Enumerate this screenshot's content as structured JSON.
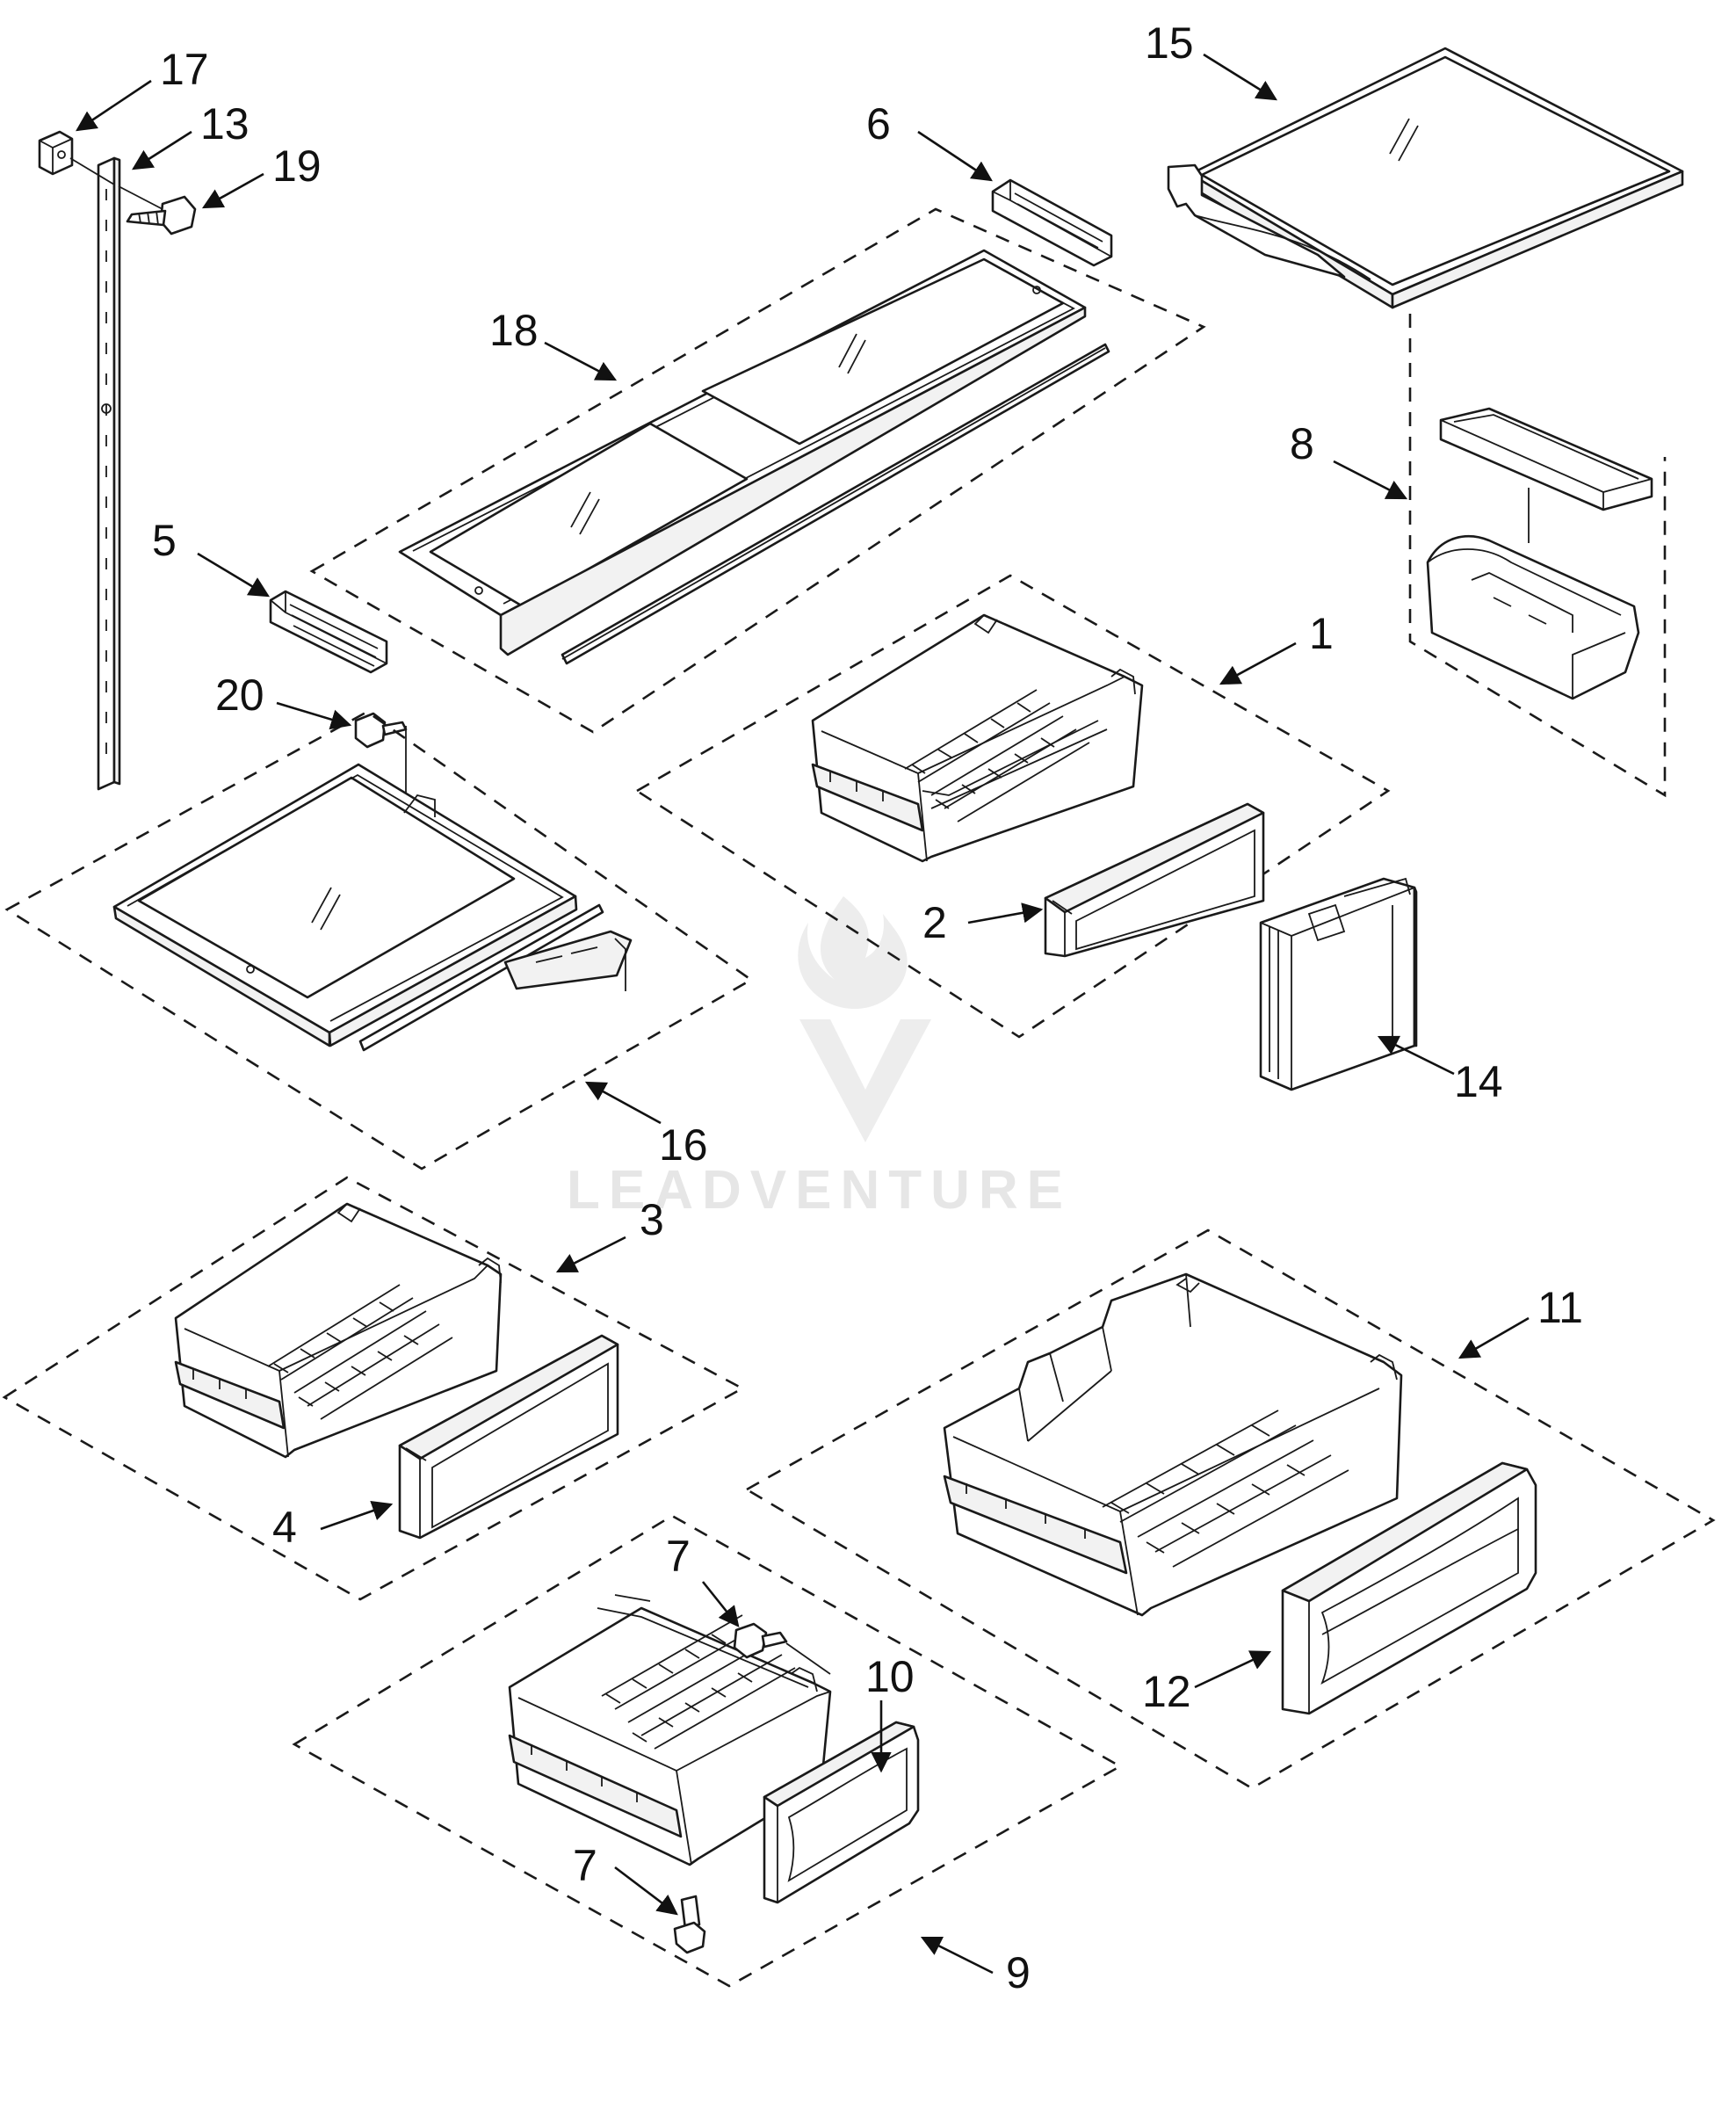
{
  "watermark": {
    "text": "LEADVENTURE"
  },
  "colors": {
    "line": "#1a1a1a",
    "background": "#ffffff",
    "watermark": "#e6e6e6"
  },
  "callouts": {
    "c1": "1",
    "c2": "2",
    "c3": "3",
    "c4": "4",
    "c5": "5",
    "c6": "6",
    "c7a": "7",
    "c7b": "7",
    "c8": "8",
    "c9": "9",
    "c10": "10",
    "c11": "11",
    "c12": "12",
    "c13": "13",
    "c14": "14",
    "c15": "15",
    "c16": "16",
    "c17": "17",
    "c18": "18",
    "c19": "19",
    "c20": "20"
  }
}
